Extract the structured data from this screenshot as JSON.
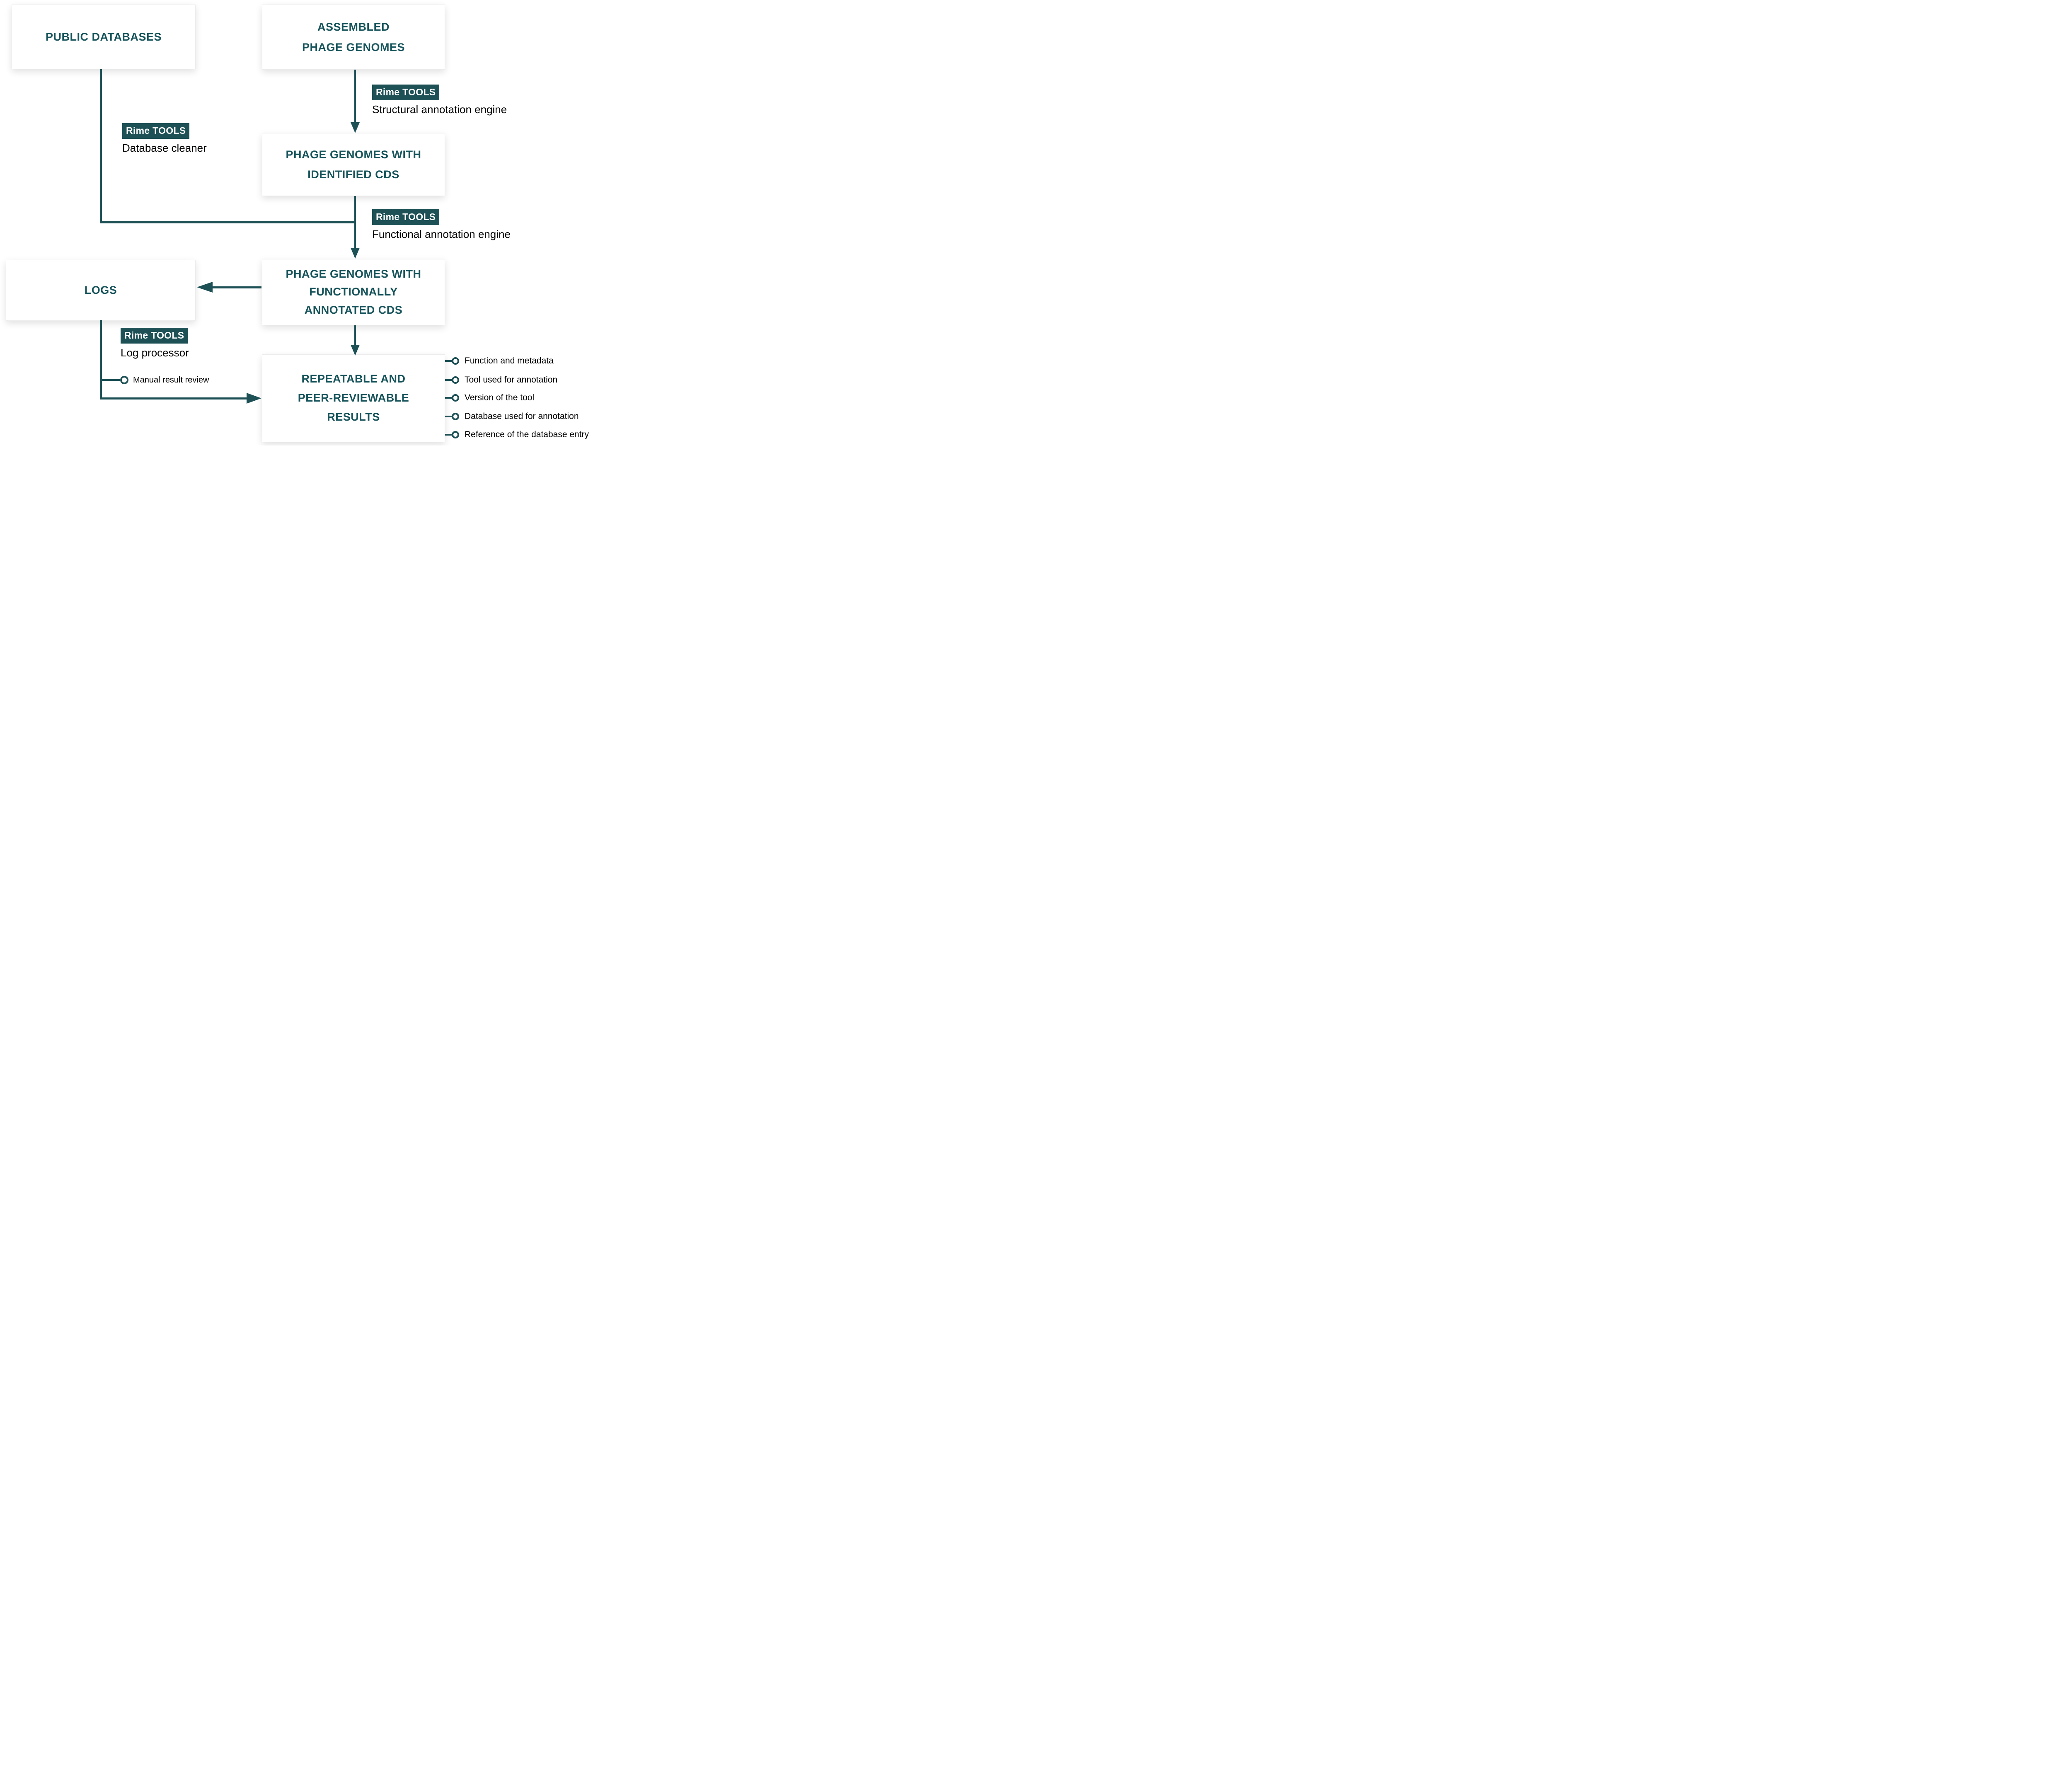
{
  "colors": {
    "accent_teal": "#1d5156",
    "heading_text": "#15535a",
    "label_text": "#000000",
    "background": "#ffffff"
  },
  "boxes": {
    "public": {
      "line1": "PUBLIC DATABASES"
    },
    "assembled": {
      "line1": "ASSEMBLED",
      "line2": "PHAGE GENOMES"
    },
    "identified": {
      "line1": "PHAGE GENOMES WITH",
      "line2": "IDENTIFIED CDS"
    },
    "functional": {
      "line1": "PHAGE GENOMES WITH",
      "line2": "FUNCTIONALLY",
      "line3": "ANNOTATED CDS"
    },
    "logs": {
      "line1": "LOGS"
    },
    "results": {
      "line1": "REPEATABLE AND",
      "line2": "PEER-REVIEWABLE",
      "line3": "RESULTS"
    }
  },
  "tools": {
    "structural": {
      "badge": "Rime TOOLS",
      "desc": "Structural annotation engine"
    },
    "cleaner": {
      "badge": "Rime TOOLS",
      "desc": "Database cleaner"
    },
    "functional": {
      "badge": "Rime TOOLS",
      "desc": "Functional annotation engine"
    },
    "log": {
      "badge": "Rime TOOLS",
      "desc": "Log processor"
    }
  },
  "manual_review": {
    "label": "Manual result review"
  },
  "outputs": {
    "items": [
      "Function and metadata",
      "Tool used for annotation",
      "Version of the tool",
      "Database used for annotation",
      "Reference of the database entry"
    ]
  }
}
